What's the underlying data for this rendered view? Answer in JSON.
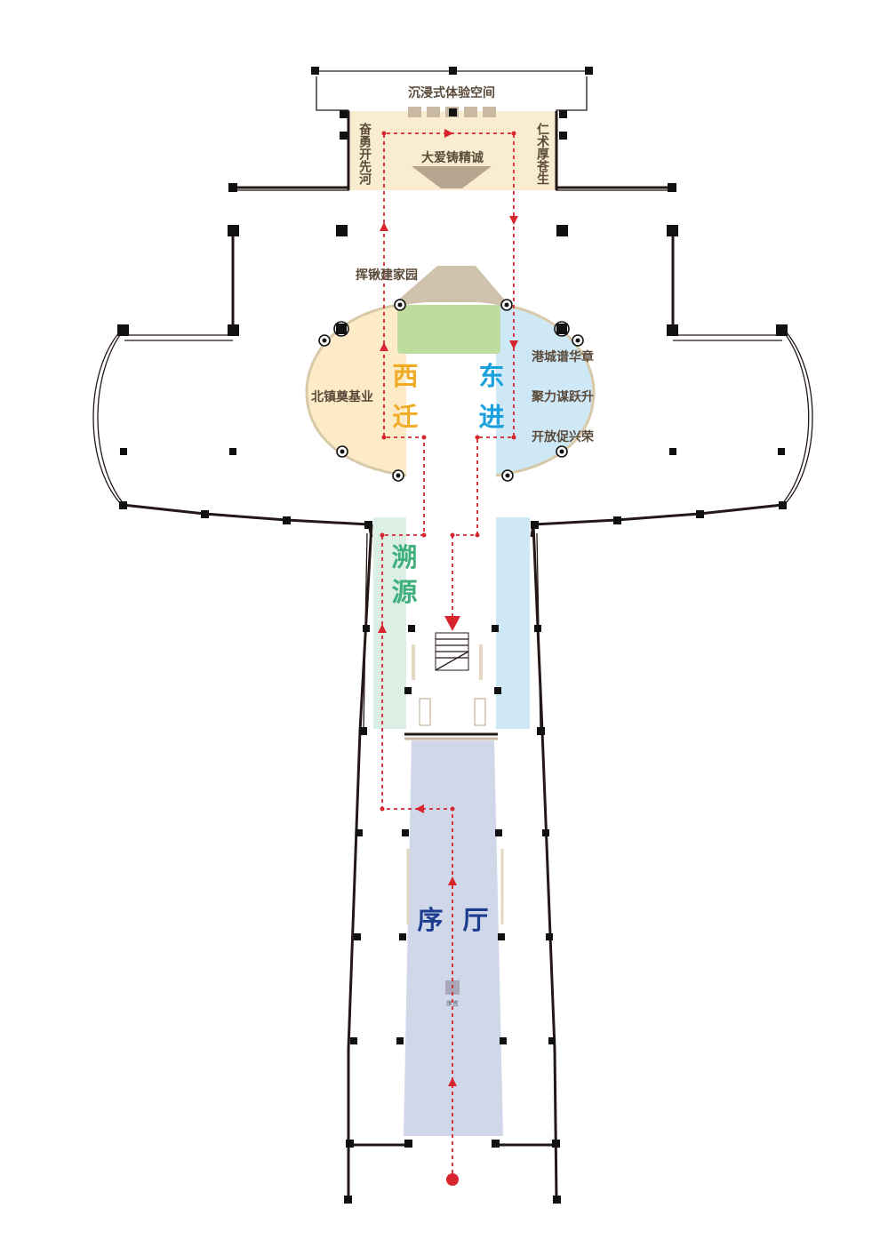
{
  "zones": {
    "immersive": "沉浸式体验空间",
    "love_forge": "大爱铸精诚",
    "left_column": "奋勇开先河",
    "right_column": "仁术厚苍生",
    "hometown": "挥锹建家园",
    "west_1": "西",
    "west_2": "迁",
    "east_1": "东",
    "east_2": "进",
    "origin_1": "溯",
    "origin_2": "源",
    "hall_1": "序",
    "hall_2": "厅",
    "preface_small": "序言"
  },
  "west_stations": [
    "北镇奠基业"
  ],
  "east_stations": [
    "港城谱华章",
    "聚力谋跃升",
    "开放促兴荣"
  ],
  "colors": {
    "west": "#f0ab24",
    "east": "#1aa0dc",
    "origin": "#3faf7e",
    "hall": "#1d3c8f",
    "route": "#d7252d",
    "west_fill": "#fdebc8",
    "east_fill": "#cfe8f6",
    "origin_fill": "#dcefe4",
    "hall_fill": "#cfd7e8",
    "top_fill": "#faecd0",
    "green": "#bfdc9f",
    "stone": "#cfc3ad"
  }
}
